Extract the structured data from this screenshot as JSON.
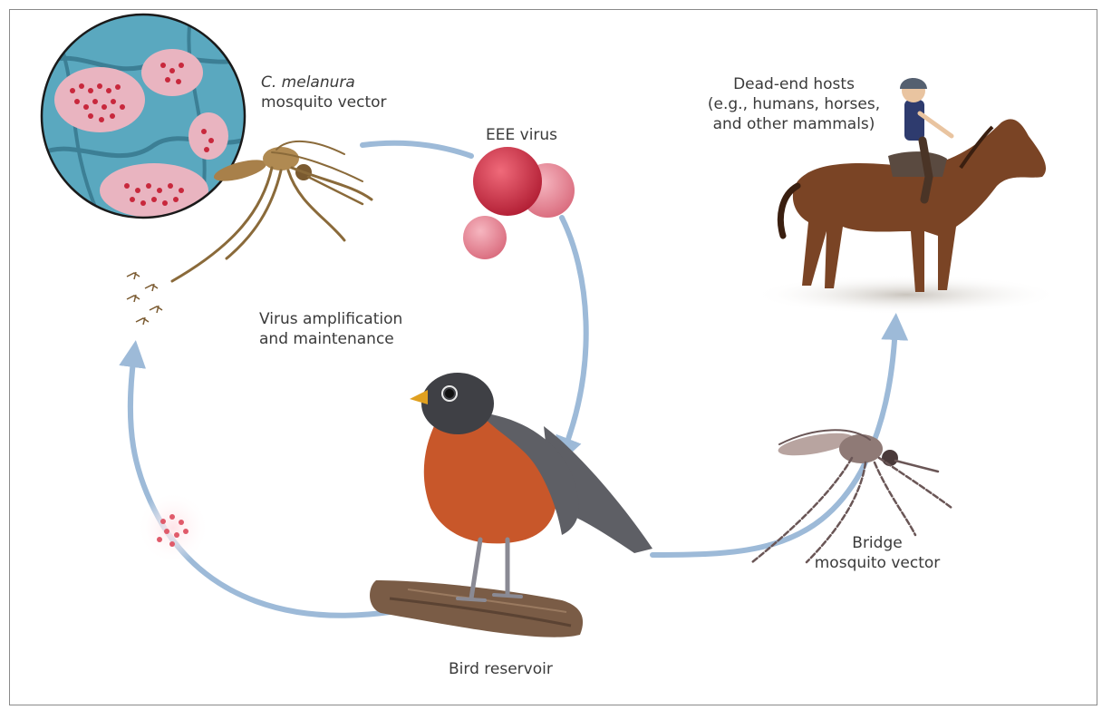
{
  "caption": {
    "cut_text": ""
  },
  "labels": {
    "vector_species": "C. melanura",
    "vector_role": "mosquito vector",
    "virus": "EEE virus",
    "dead_end_line1": "Dead-end hosts",
    "dead_end_line2": "(e.g., humans, horses,",
    "dead_end_line3": "and other mammals)",
    "amplification_line1": "Virus amplification",
    "amplification_line2": "and maintenance",
    "bridge_line1": "Bridge",
    "bridge_line2": "mosquito vector",
    "bird": "Bird reservoir"
  },
  "colors": {
    "cycle_arrow": "#9dbad8",
    "virus": "#c8283c",
    "robin_breast": "#c8572a",
    "robin_back": "#5e5f65",
    "horse": "#7a4425",
    "micrograph": "#5aa8bf",
    "mosquito": "#8a6a3a"
  }
}
